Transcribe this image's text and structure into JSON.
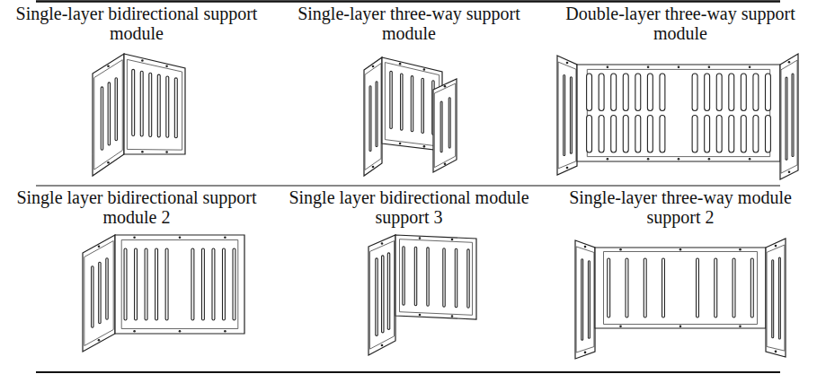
{
  "diagram": {
    "labels": [
      "Single-layer bidirectional support module",
      "Single-layer three-way support module",
      "Double-layer three-way support module",
      "Single layer bidirectional support module 2",
      "Single layer bidirectional module support 3",
      "Single-layer three-way module support 2"
    ]
  }
}
